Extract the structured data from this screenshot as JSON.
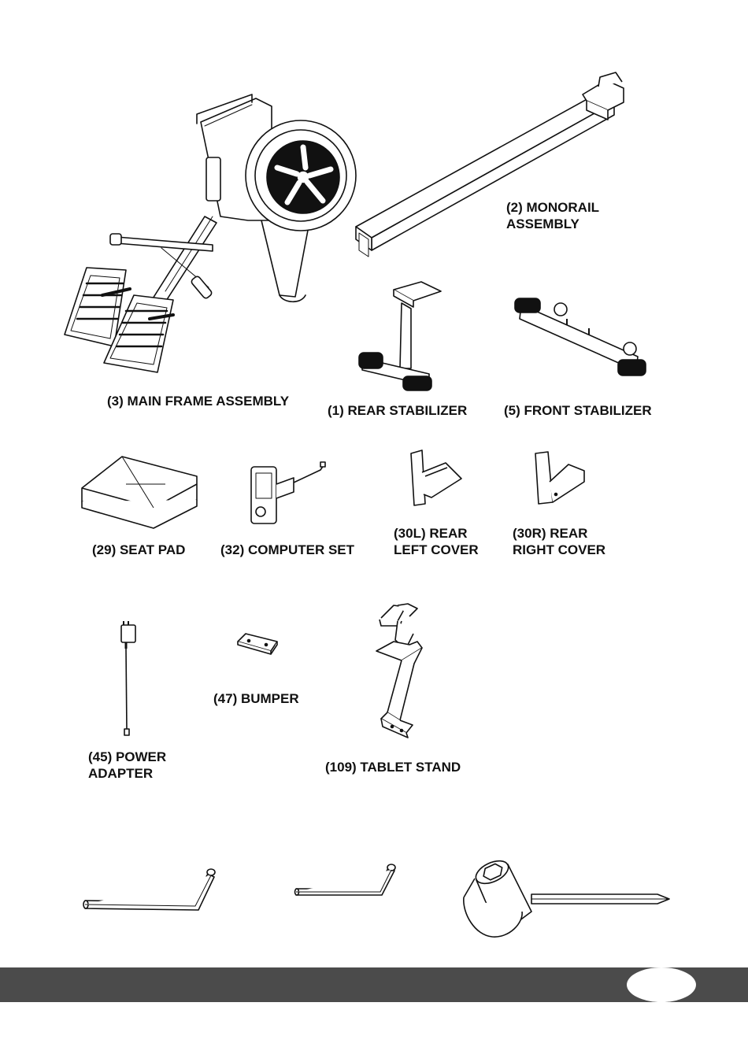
{
  "parts": {
    "main_frame": {
      "label": "(3) MAIN FRAME ASSEMBLY"
    },
    "monorail": {
      "line1": "(2) MONORAIL",
      "line2": "ASSEMBLY"
    },
    "rear_stabilizer": {
      "label": "(1) REAR STABILIZER"
    },
    "front_stabilizer": {
      "label": "(5) FRONT STABILIZER"
    },
    "seat_pad": {
      "label": "(29) SEAT PAD"
    },
    "computer_set": {
      "label": "(32) COMPUTER SET"
    },
    "rear_left_cover": {
      "line1": "(30L) REAR",
      "line2": "LEFT COVER"
    },
    "rear_right_cover": {
      "line1": "(30R) REAR",
      "line2": "RIGHT COVER"
    },
    "power_adapter": {
      "line1": "(45) POWER",
      "line2": "ADAPTER"
    },
    "bumper": {
      "label": "(47) BUMPER"
    },
    "tablet_stand": {
      "label": "(109) TABLET STAND"
    }
  },
  "tools": [
    "large-allen-key",
    "small-allen-key",
    "socket-wrench-screwdriver"
  ],
  "footer": {
    "bar_color": "#4b4b4b",
    "page_number": ""
  }
}
